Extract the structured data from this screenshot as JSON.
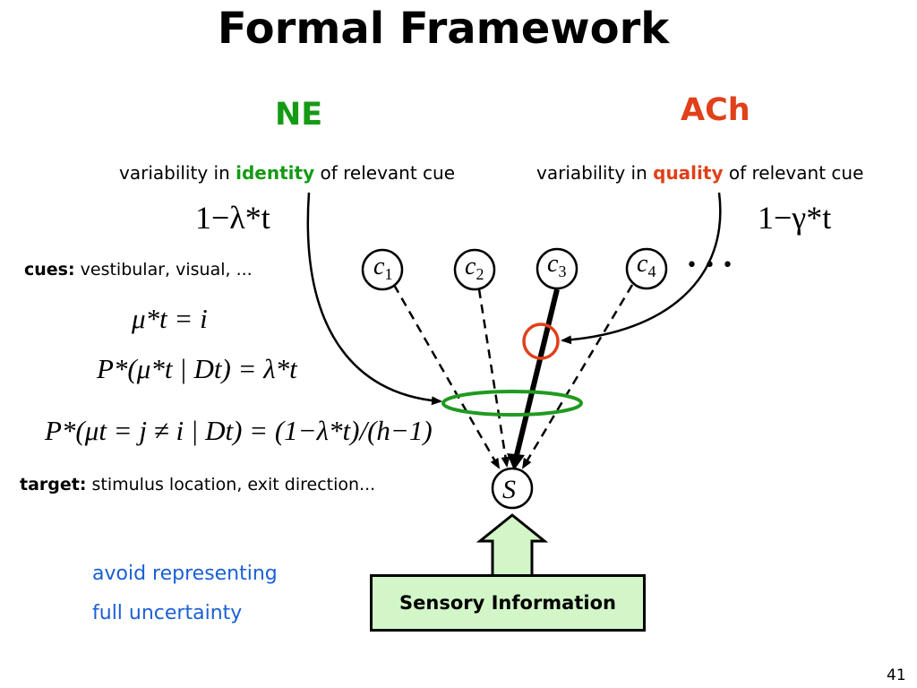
{
  "title": "Formal Framework",
  "ne": {
    "label": "NE",
    "desc_prefix": "variability in",
    "desc_key": "identity",
    "desc_suffix": "of relevant cue",
    "formula": "1−λ*t"
  },
  "ach": {
    "label": "ACh",
    "desc_prefix": "variability in",
    "desc_key": "quality",
    "desc_suffix": "of relevant cue",
    "formula": "1−γ*t"
  },
  "cues": {
    "label": "cues:",
    "text": "vestibular, visual, ..."
  },
  "target": {
    "label": "target:",
    "text": "stimulus location, exit direction..."
  },
  "equations": [
    "μ*t = i",
    "P*(μ*t | Dt) = λ*t",
    "P*(μt = j ≠ i | Dt) = (1−λ*t)/(h−1)"
  ],
  "nodes": [
    {
      "label": "c",
      "sub": "1"
    },
    {
      "label": "c",
      "sub": "2"
    },
    {
      "label": "c",
      "sub": "3"
    },
    {
      "label": "c",
      "sub": "4"
    }
  ],
  "ellipsis": "• • •",
  "stimulus_node": "S",
  "sensory_box": "Sensory Information",
  "note": {
    "line1": "avoid representing",
    "line2": "full uncertainty"
  },
  "page_number": "41",
  "colors": {
    "ne": "#159a15",
    "ach": "#e0401a",
    "note": "#1a5fd6",
    "box_fill": "#d2f6c8"
  }
}
